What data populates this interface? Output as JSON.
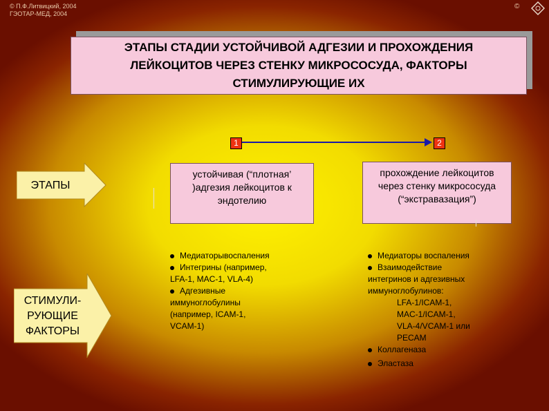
{
  "copyright": {
    "line1": "© П.Ф.Литвицкий, 2004",
    "line2": "ГЭОТАР-МЕД, 2004",
    "sign": "©"
  },
  "logo_icon": "diamond-logo-icon",
  "title": "ЭТАПЫ СТАДИИ УСТОЙЧИВОЙ АДГЕЗИИ И ПРОХОЖДЕНИЯ ЛЕЙКОЦИТОВ ЧЕРЕЗ СТЕНКУ МИКРОСОСУДА, ФАКТОРЫ СТИМУЛИРУЮЩИЕ ИХ",
  "row_labels": {
    "stages": "ЭТАПЫ",
    "factors": "СТИМУЛИ-РУЮЩИЕ ФАКТОРЫ"
  },
  "stages": [
    {
      "number": "1",
      "text": "устойчивая (“плотная’ )адгезия лейкоцитов к эндотелию"
    },
    {
      "number": "2",
      "text": "прохождение лейкоцитов через стенку микрососуда (“экстравазация”)"
    }
  ],
  "factors_1": {
    "b1": "Медиаторывоспаления",
    "b2": "Интегрины (например,",
    "b2_cont": "LFA-1, MAC-1, VLA-4)",
    "b3": "Адгезивные",
    "b3_cont1": "иммуноглобулины",
    "b3_cont2": "(например, ICAM-1,",
    "b3_cont3": "VCAM-1)"
  },
  "factors_2": {
    "b1": "Медиаторы воспаления",
    "b2": "Взаимодействие",
    "b2_cont1": "интегринов и адгезивных",
    "b2_cont2": "иммуноглобулинов:",
    "ind1": "LFA-1/ICAM-1,",
    "ind2": "MAC-1/ICAM-1,",
    "ind3": "VLA-4/VCAM-1 или",
    "ind4": "PECAM",
    "b3": "Коллагеназа",
    "b4": "Эластаза"
  },
  "colors": {
    "box_fill": "#f7c9dc",
    "arrow_line": "#1a1aa8",
    "number_fill": "#ee3311",
    "bg_center": "#fff200",
    "bg_edge": "#6a0f00"
  }
}
